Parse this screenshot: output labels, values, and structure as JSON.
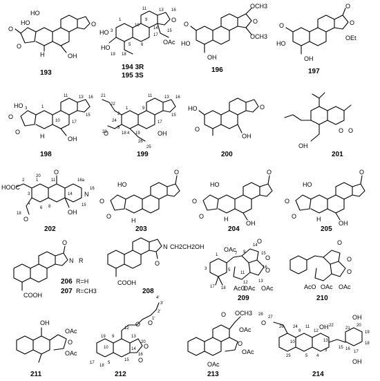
{
  "compounds": [
    {
      "id": "193",
      "labels": {
        "o1": "HO",
        "o2": "HO",
        "o3": "O",
        "o4": "O",
        "o5": "O",
        "o6": "OH",
        "h1": "H"
      }
    },
    {
      "id": "194 3R",
      "id2": "195 3S",
      "labels": {
        "ho": "HO",
        "oh": "HO",
        "oac": "OAc",
        "o": "O",
        "n1": "1",
        "n3": "3",
        "n5": "5",
        "n10": "10",
        "n11": "11",
        "n13": "13",
        "n14": "14",
        "n16": "16",
        "n15": "15",
        "n17": "17",
        "n18": "18",
        "n19": "19",
        "n6": "6",
        "n9": "9"
      }
    },
    {
      "id": "196",
      "labels": {
        "o": "O",
        "ho": "HO",
        "oh": "OH",
        "och3a": "OCH3",
        "och3b": "OCH3",
        "ring_o": "O"
      }
    },
    {
      "id": "197",
      "labels": {
        "o": "O",
        "ho": "HO",
        "oh": "OH",
        "oet": "OEt",
        "ring_o1": "O",
        "ring_o2": "O"
      }
    },
    {
      "id": "198",
      "labels": {
        "ho": "HO",
        "o3": "O",
        "o": "O",
        "oh": "OH",
        "h": "H",
        "n3": "3",
        "n1": "1",
        "n10": "10",
        "n11": "11",
        "n13": "13",
        "n16": "16",
        "n17": "17",
        "n15": "15"
      }
    },
    {
      "id": "199",
      "labels": {
        "o": "O",
        "oh": "OH",
        "n21": "21",
        "n22": "22",
        "n23": "23",
        "n24": "24",
        "n25": "25",
        "n26": "26",
        "n1": "1",
        "n2": "2",
        "n3": "3",
        "n4": "4",
        "n9": "9",
        "n11": "11",
        "n13": "13",
        "n16": "16",
        "n17": "17",
        "n18": "18",
        "n19": "19",
        "n15": "15"
      }
    },
    {
      "id": "200",
      "labels": {
        "ho": "HO",
        "o": "O",
        "oh": "OH",
        "ring_o": "O"
      }
    },
    {
      "id": "201",
      "labels": {
        "oh": "OH",
        "o1": "O",
        "o2": "O"
      }
    },
    {
      "id": "202",
      "labels": {
        "cooh": "HOOC",
        "o": "O",
        "o2": "O",
        "n": "N",
        "oh": "OH",
        "n1": "1",
        "n2": "2",
        "n3": "3",
        "n4": "4",
        "n6": "6",
        "n8": "8",
        "n11": "11",
        "n14": "14",
        "n15": "15",
        "n16": "16",
        "n16a": "16a",
        "n18": "18",
        "n20": "20"
      }
    },
    {
      "id": "203",
      "labels": {
        "ho": "HO",
        "o": "O",
        "o2": "O",
        "ring_o": "O",
        "h": "H"
      }
    },
    {
      "id": "204",
      "labels": {
        "ho": "HO",
        "o": "O",
        "o2": "O",
        "oh": "OH",
        "ring_o": "O",
        "h": "H"
      }
    },
    {
      "id": "205",
      "labels": {
        "ho": "HO",
        "o": "O",
        "o2": "O",
        "oh": "OH",
        "ring_o": "O",
        "h": "H"
      }
    },
    {
      "id": "206",
      "id_note": "R=H",
      "id2": "207",
      "id2_note": "R=CH3",
      "labels": {
        "o": "O",
        "n": "N",
        "r": "R",
        "cooh": "COOH"
      }
    },
    {
      "id": "208",
      "labels": {
        "n": "N",
        "o": "O",
        "chain": "CH2CH2OH",
        "cooh": "COOH"
      }
    },
    {
      "id": "209",
      "labels": {
        "oac1": "OAc",
        "oac2": "OAc",
        "oac3": "OAc",
        "o1": "O",
        "o2": "O",
        "ring_o": "O",
        "n1": "1",
        "n3": "3",
        "n5": "5",
        "n7": "7",
        "n9": "9",
        "n11": "11",
        "n12": "12",
        "n13": "13",
        "n14": "14",
        "n15": "15",
        "n16": "16",
        "n17": "17",
        "n18": "18",
        "acl": "AcO"
      }
    },
    {
      "id": "210",
      "labels": {
        "oac1": "OAc",
        "oac2": "OAc",
        "aco": "AcO",
        "o1": "O",
        "o2": "O",
        "o3": "O"
      }
    },
    {
      "id": "211",
      "labels": {
        "oh": "OH",
        "oac1": "OAc",
        "oac2": "OAc",
        "o": "O"
      }
    },
    {
      "id": "212",
      "labels": {
        "o1": "O",
        "o2": "O",
        "o3": "O",
        "o4": "O",
        "n1p": "1'",
        "n2p": "2'",
        "n3p": "3'",
        "n4p": "4'",
        "n5": "5",
        "n9": "9",
        "n10": "10",
        "n12": "12",
        "n13": "13",
        "n14": "14",
        "n15": "15",
        "n16": "16",
        "n17": "17",
        "n18": "18",
        "n19": "19",
        "n20": "20"
      }
    },
    {
      "id": "213",
      "labels": {
        "och3": "OCH3",
        "o": "O",
        "oac1": "OAc",
        "oac2": "OAc",
        "oac3": "OAc",
        "ring_o": "O"
      }
    },
    {
      "id": "214",
      "labels": {
        "oh1": "OH",
        "oh2": "OH",
        "oh3": "OH",
        "o": "O",
        "n3": "3",
        "n4": "4",
        "n5": "5",
        "n9": "9",
        "n10": "10",
        "n11": "11",
        "n12": "12",
        "n13": "13",
        "n15": "15",
        "n16": "16",
        "n17": "17",
        "n18": "18",
        "n19": "19",
        "n20": "20",
        "n21": "21",
        "n22": "22",
        "n24": "24",
        "n25": "25",
        "n26": "26",
        "n27": "27",
        "n28": "28"
      }
    }
  ]
}
